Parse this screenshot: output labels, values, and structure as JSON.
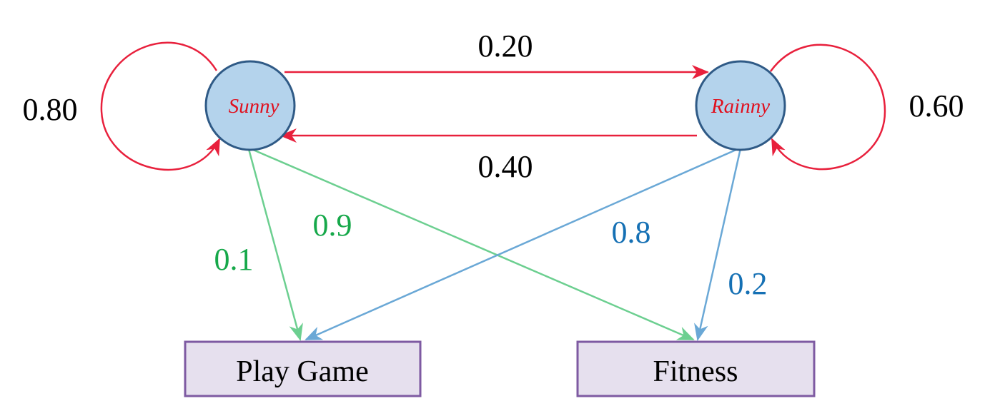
{
  "states": {
    "sunny": "Sunny",
    "rainny": "Rainny"
  },
  "observations": {
    "play_game": "Play Game",
    "fitness": "Fitness"
  },
  "transitions": {
    "sunny_to_sunny": "0.80",
    "sunny_to_rainny": "0.20",
    "rainny_to_sunny": "0.40",
    "rainny_to_rainny": "0.60"
  },
  "emissions": {
    "sunny_play_game": "0.1",
    "sunny_fitness": "0.9",
    "rainny_play_game": "0.8",
    "rainny_fitness": "0.2"
  },
  "colors": {
    "transition_arrow": "#e8203c",
    "sunny_emission_arrow": "#6ccf90",
    "rainny_emission_arrow": "#6aa8d6",
    "sunny_emission_text": "#16a84a",
    "rainny_emission_text": "#1570b4",
    "state_fill": "#b4d3ec",
    "state_stroke": "#2f5a86",
    "state_text": "#e0101e",
    "observation_fill": "#e6e0ee",
    "observation_stroke": "#7e5aa2"
  }
}
